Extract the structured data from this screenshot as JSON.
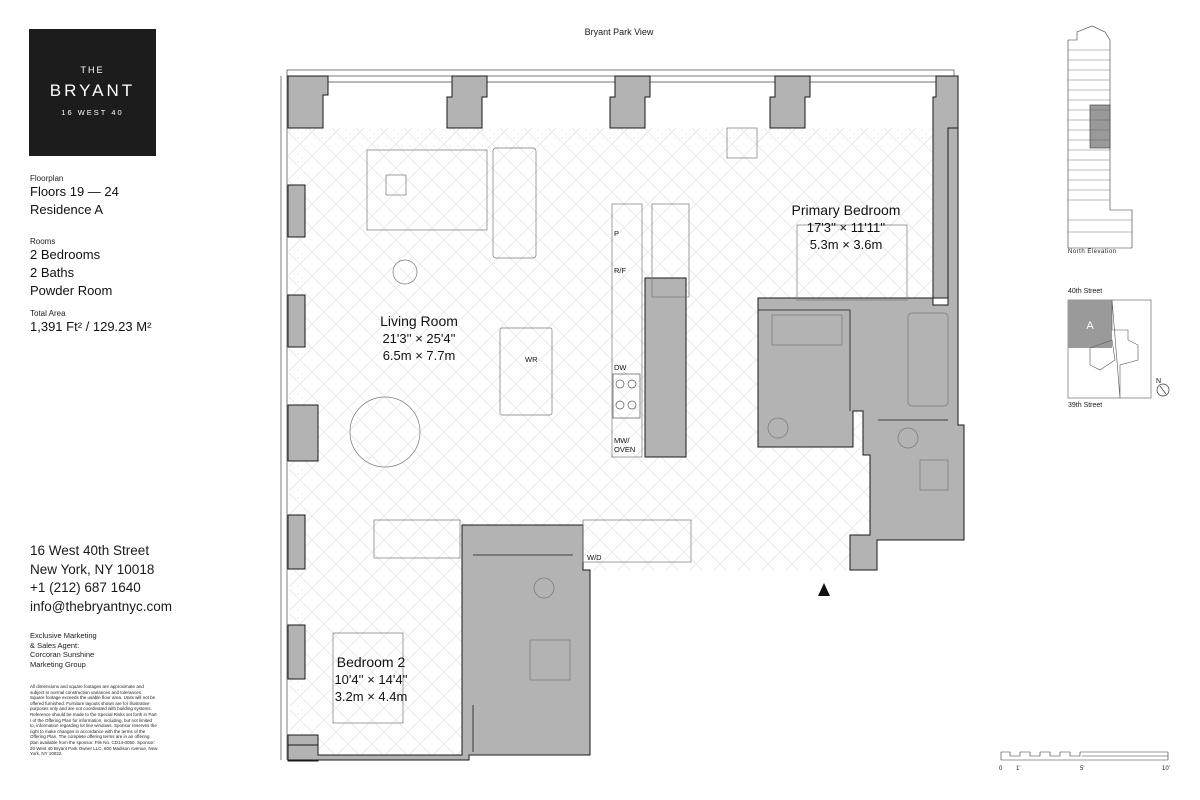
{
  "logo": {
    "the": "THE",
    "name": "BRYANT",
    "address": "16 WEST 40"
  },
  "floorplan": {
    "label": "Floorplan",
    "floors": "Floors 19 — 24",
    "residence": "Residence A"
  },
  "rooms": {
    "label": "Rooms",
    "list": [
      "2 Bedrooms",
      "2 Baths",
      "Powder Room"
    ]
  },
  "area": {
    "label": "Total Area",
    "value": "1,391 Ft² / 129.23 M²"
  },
  "contact": {
    "street": "16 West 40th Street",
    "city": "New York, NY 10018",
    "phone": "+1 (212) 687 1640",
    "email": "info@thebryantnyc.com"
  },
  "agent": {
    "line1": "Exclusive Marketing",
    "line2": "& Sales Agent:",
    "line3": "Corcoran Sunshine",
    "line4": "Marketing Group"
  },
  "disclaimer": "All dimensions and square footages are approximate and subject to normal construction variances and tolerances. Square footage exceeds the usable floor area. Units will not be offered furnished. Furniture layouts shown are for illustrative purposes only and are not coordinated with building systems. Reference should be made to the Special Risks set forth in Part I of the Offering Plan for information, including, but not limited to, information regarding lot line windows. Sponsor reserves the right to make changes in accordance with the terms of the Offering Plan. The complete offering terms are in an offering plan available from the sponsor. File No. CD14-0050. Sponsor: 20 West 40 Bryant Park Owner LLC, 600 Madison Avenue, New York, NY 10022.",
  "view_title": "Bryant Park View",
  "plan": {
    "primary_bedroom": {
      "name": "Primary Bedroom",
      "imperial": "17'3'' × 11'11''",
      "metric": "5.3m × 3.6m"
    },
    "living_room": {
      "name": "Living Room",
      "imperial": "21'3'' × 25'4''",
      "metric": "6.5m × 7.7m"
    },
    "bedroom_2": {
      "name": "Bedroom 2",
      "imperial": "10'4'' × 14'4''",
      "metric": "3.2m × 4.4m"
    },
    "fixtures": {
      "pantry": "P",
      "fridge": "R/F",
      "dishwasher": "DW",
      "microwave_oven_1": "MW/",
      "microwave_oven_2": "OVEN",
      "wine_refrigerator": "WR",
      "washer_dryer": "W/D"
    }
  },
  "elevation": {
    "label": "North Elevation"
  },
  "key_plan": {
    "north_street": "40th Street",
    "south_street": "39th Street",
    "unit": "A",
    "north": "N"
  },
  "scale": {
    "ticks": [
      "0",
      "1'",
      "5'",
      "10'"
    ]
  },
  "colors": {
    "wall": "#b3b3b3",
    "wall_stroke": "#1a1a1a",
    "logo_bg": "#1c1c1c",
    "floor_hatch": "#e4e4e4"
  }
}
